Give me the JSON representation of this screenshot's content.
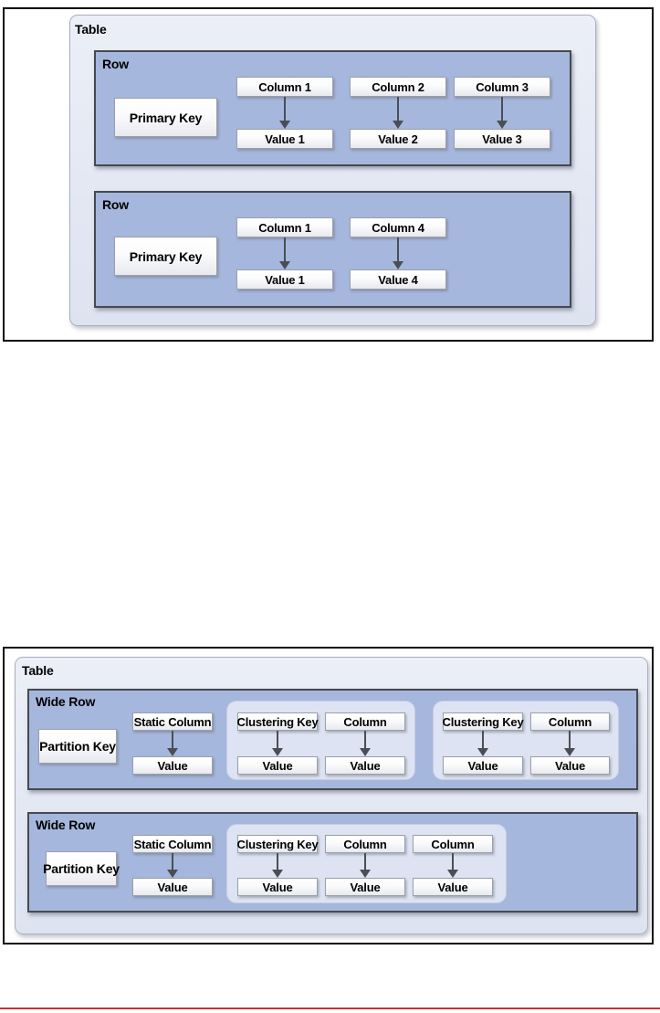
{
  "colors": {
    "row_fill": "#a6b7dd",
    "table_fill": "#e3e8f3",
    "group_fill": "#dde3f2",
    "frame_border": "#0b0b0b",
    "arrow": "#4a4e54",
    "red_rule": "#c33431"
  },
  "diagram_regular": {
    "table_label": "Table",
    "rows": [
      {
        "label": "Row",
        "key": "Primary Key",
        "pairs": [
          {
            "column": "Column 1",
            "value": "Value 1"
          },
          {
            "column": "Column 2",
            "value": "Value 2"
          },
          {
            "column": "Column 3",
            "value": "Value 3"
          }
        ]
      },
      {
        "label": "Row",
        "key": "Primary Key",
        "pairs": [
          {
            "column": "Column 1",
            "value": "Value 1"
          },
          {
            "column": "Column 4",
            "value": "Value 4"
          }
        ]
      }
    ]
  },
  "diagram_wide": {
    "table_label": "Table",
    "rows": [
      {
        "label": "Wide Row",
        "key": "Partition Key",
        "static": {
          "column": "Static Column",
          "value": "Value"
        },
        "groups": [
          [
            {
              "column": "Clustering Key",
              "value": "Value"
            },
            {
              "column": "Column",
              "value": "Value"
            }
          ],
          [
            {
              "column": "Clustering Key",
              "value": "Value"
            },
            {
              "column": "Column",
              "value": "Value"
            }
          ]
        ]
      },
      {
        "label": "Wide Row",
        "key": "Partition Key",
        "static": {
          "column": "Static Column",
          "value": "Value"
        },
        "groups": [
          [
            {
              "column": "Clustering Key",
              "value": "Value"
            },
            {
              "column": "Column",
              "value": "Value"
            },
            {
              "column": "Column",
              "value": "Value"
            }
          ]
        ]
      }
    ]
  }
}
